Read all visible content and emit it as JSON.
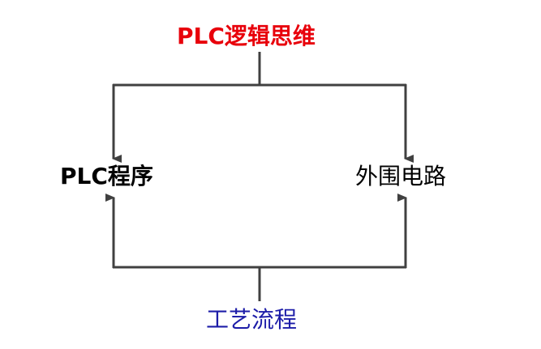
{
  "colors": {
    "top": "#e8000b",
    "bottom": "#1c1ca8",
    "side": "#000000",
    "line": "#404040"
  },
  "nodes": {
    "top": "PLC逻辑思维",
    "left": "PLC程序",
    "right": "外围电路",
    "bottom": "工艺流程"
  }
}
